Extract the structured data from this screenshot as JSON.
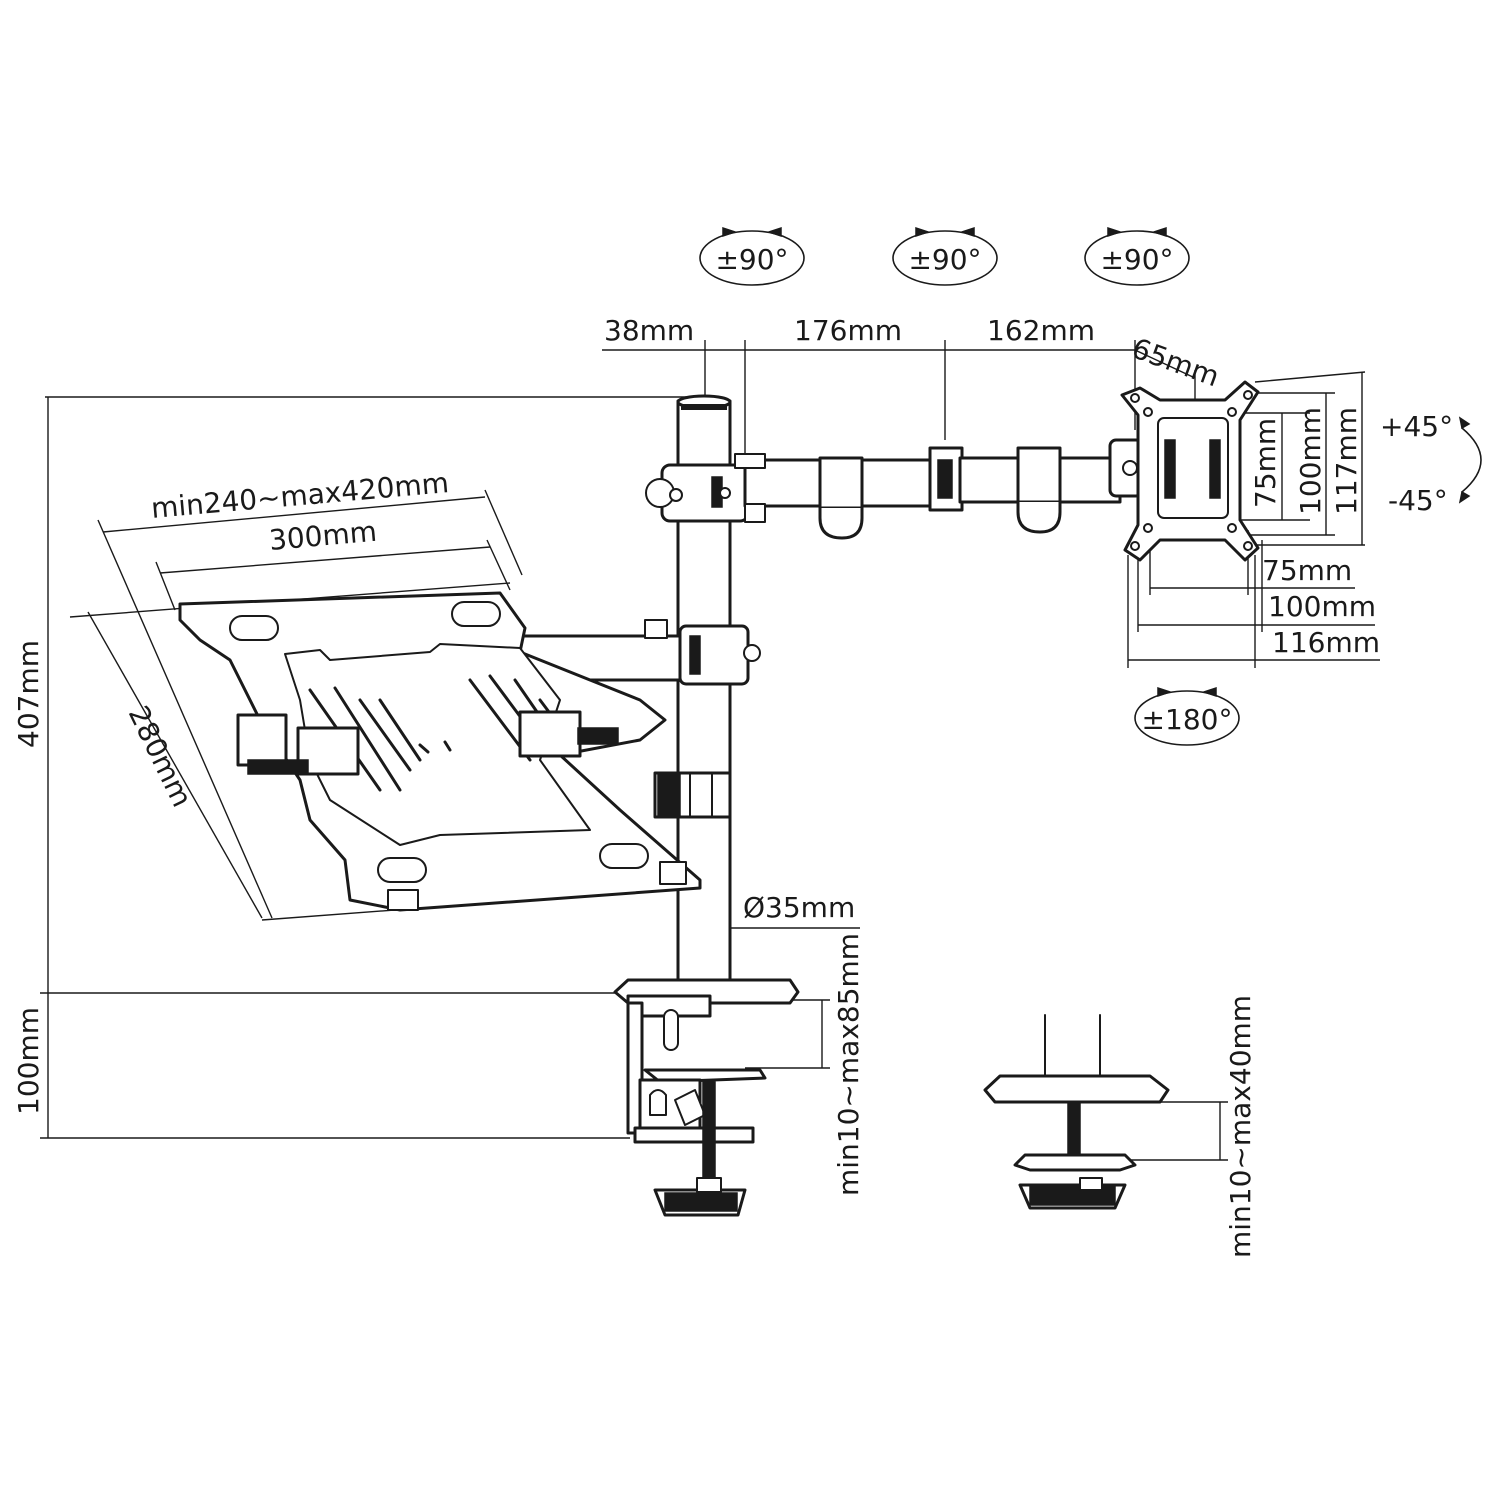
{
  "labels": {
    "rot_top_1": "±90°",
    "rot_top_2": "±90°",
    "rot_top_3": "±90°",
    "rot_bottom": "±180°",
    "tilt_up": "+45°",
    "tilt_down": "-45°",
    "seg_38": "38mm",
    "seg_176": "176mm",
    "seg_162": "162mm",
    "seg_65": "65mm",
    "vesa_h_75": "75mm",
    "vesa_h_100": "100mm",
    "vesa_h_117": "117mm",
    "vesa_w_75": "75mm",
    "vesa_w_100": "100mm",
    "vesa_w_116": "116mm",
    "tray_range": "min240~max420mm",
    "tray_300": "300mm",
    "tray_280": "280mm",
    "height_407": "407mm",
    "height_100": "100mm",
    "pole_diameter": "Ø35mm",
    "clamp_range_1": "min10~max85mm",
    "clamp_range_2": "min10~max40mm"
  }
}
